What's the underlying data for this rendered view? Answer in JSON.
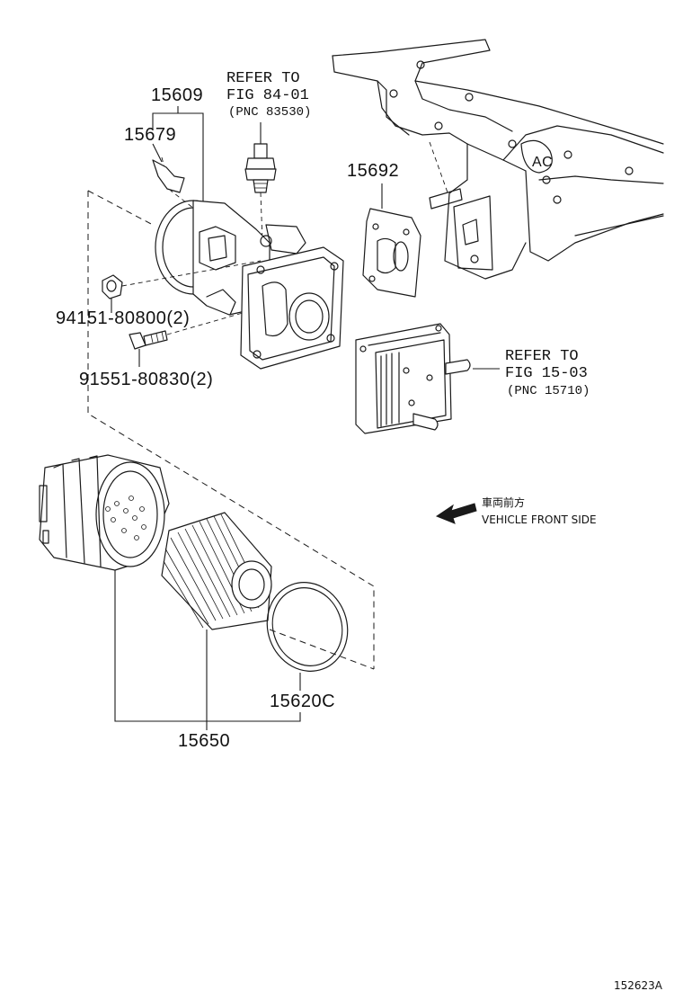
{
  "parts": {
    "p15609": "15609",
    "p15679": "15679",
    "p15692": "15692",
    "p94151": "94151-80800(2)",
    "p91551": "91551-80830(2)",
    "p15620c": "15620C",
    "p15650": "15650"
  },
  "refs": {
    "sensor": {
      "line1": "REFER TO",
      "line2": "FIG 84-01",
      "line3": "(PNC 83530)"
    },
    "cooler": {
      "line1": "REFER TO",
      "line2": "FIG 15-03",
      "line3": "(PNC 15710)"
    }
  },
  "direction": {
    "jp": "車両前方",
    "en": "VEHICLE FRONT SIDE",
    "icon": "arrow-left-icon"
  },
  "figure_id": "152623A"
}
